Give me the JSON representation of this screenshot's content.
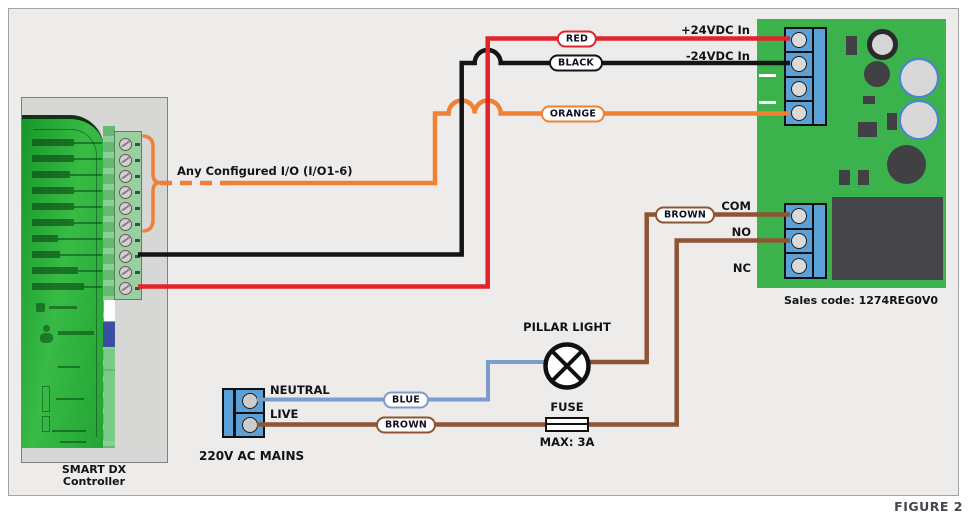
{
  "figure": {
    "caption": "FIGURE 2"
  },
  "controller": {
    "name_line1": "SMART DX",
    "name_line2": "Controller",
    "io_bracket_label": "Any Configured I/O (I/O1-6)"
  },
  "relay_board": {
    "sales_code": "Sales code: 1274REG0V0",
    "input_labels": [
      "+24VDC In",
      "-24VDC In"
    ],
    "output_labels": [
      "COM",
      "NO",
      "NC"
    ]
  },
  "wire_labels": {
    "red": "RED",
    "black": "BLACK",
    "orange": "ORANGE",
    "blue": "BLUE",
    "brown_top": "BROWN",
    "brown_bottom": "BROWN"
  },
  "mains": {
    "title": "220V AC MAINS",
    "neutral": "NEUTRAL",
    "live": "LIVE"
  },
  "pillar_light": {
    "label": "PILLAR LIGHT"
  },
  "fuse": {
    "label": "FUSE",
    "rating": "MAX: 3A"
  },
  "icons": {
    "pillar_light": "circle-cross-lamp-icon",
    "fuse": "fuse-rectangle-icon",
    "io_bracket": "orange-curly-brace-icon"
  },
  "colors": {
    "red": "#e2232b",
    "black": "#141414",
    "orange": "#f08033",
    "blue": "#7d9bcd",
    "brown": "#8e5434",
    "pcb_green": "#3bb24c",
    "terminal_blue": "#5ba0d6",
    "controller_green": "#23a434",
    "background": "#edeceb"
  }
}
